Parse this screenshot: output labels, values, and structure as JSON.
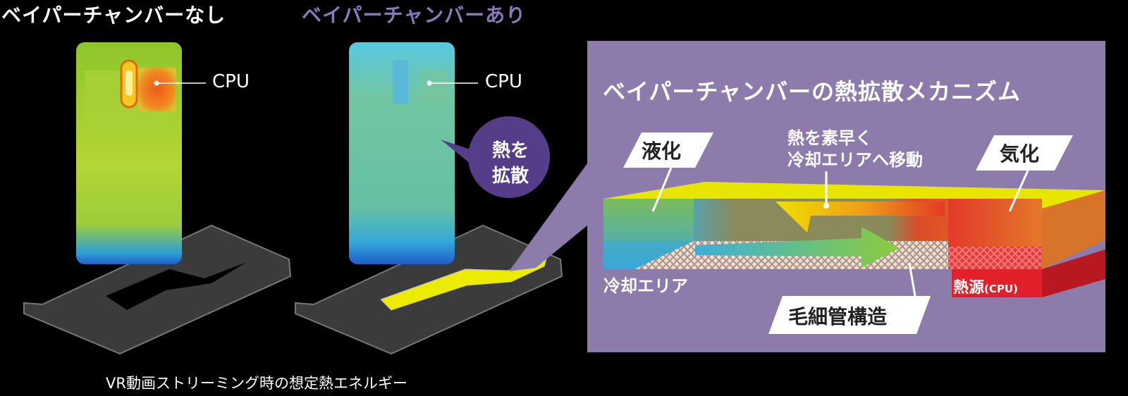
{
  "headings": {
    "without": "ベイパーチャンバーなし",
    "with": "ベイパーチャンバーあり"
  },
  "cpu_label_left": "CPU",
  "cpu_label_right": "CPU",
  "bubble": {
    "line1": "熱を",
    "line2": "拡散"
  },
  "caption": "VR動画ストリーミング時の想定熱エネルギー",
  "mechanism": {
    "title": "ベイパーチャンバーの熱拡散メカニズム",
    "liquefy": "液化",
    "vaporize": "気化",
    "move_line1": "熱を素早く",
    "move_line2": "冷却エリアへ移動",
    "cooling_area": "冷却エリア",
    "heat_source": "熱源",
    "heat_source_sub": "(CPU)",
    "capillary": "毛細管構造"
  },
  "colors": {
    "panel": "#8d7cab",
    "bubble": "#563d8a",
    "chamber": "#e8e600",
    "heat_source": "#e2202c"
  }
}
